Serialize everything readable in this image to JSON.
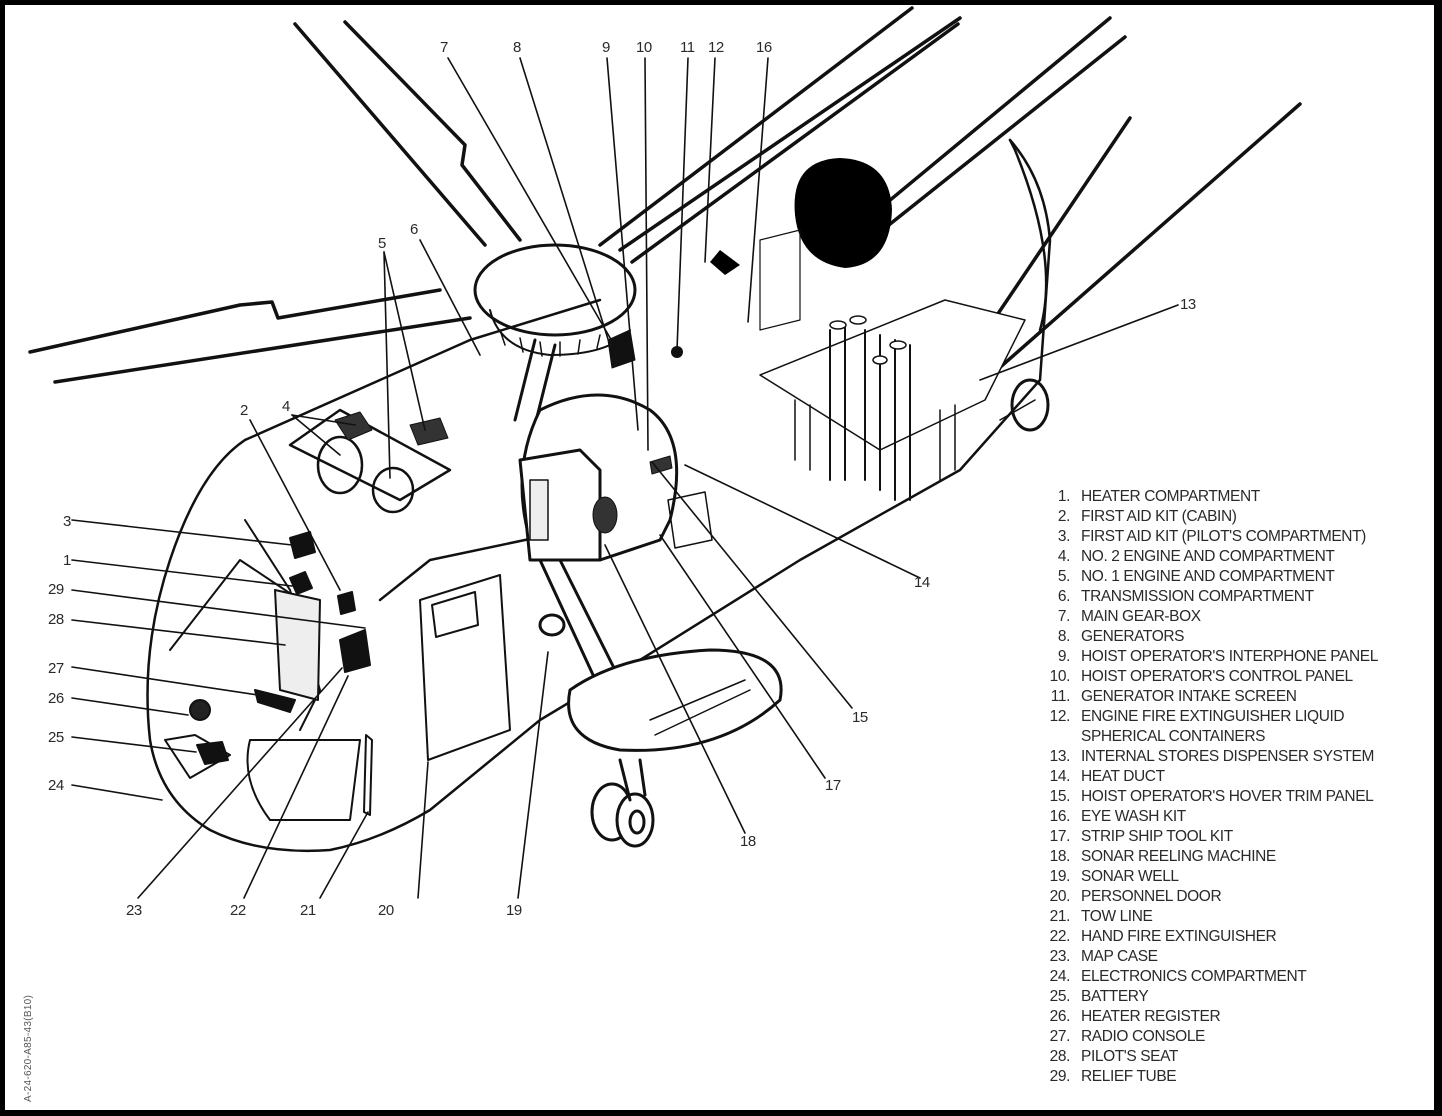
{
  "figure": {
    "subject": "Helicopter cutaway - compartment and equipment locations",
    "figure_id": "A-24-620-A85-43(B10)"
  },
  "callouts": [
    "1",
    "2",
    "3",
    "4",
    "5",
    "6",
    "7",
    "8",
    "9",
    "10",
    "11",
    "12",
    "13",
    "14",
    "15",
    "16",
    "17",
    "18",
    "19",
    "20",
    "21",
    "22",
    "23",
    "24",
    "25",
    "26",
    "27",
    "28",
    "29"
  ],
  "legend": [
    {
      "num": "1.",
      "label": "HEATER COMPARTMENT"
    },
    {
      "num": "2.",
      "label": "FIRST AID KIT (CABIN)"
    },
    {
      "num": "3.",
      "label": "FIRST AID KIT (PILOT'S COMPARTMENT)"
    },
    {
      "num": "4.",
      "label": "NO. 2 ENGINE AND COMPARTMENT"
    },
    {
      "num": "5.",
      "label": "NO. 1 ENGINE AND COMPARTMENT"
    },
    {
      "num": "6.",
      "label": "TRANSMISSION COMPARTMENT"
    },
    {
      "num": "7.",
      "label": "MAIN GEAR-BOX"
    },
    {
      "num": "8.",
      "label": "GENERATORS"
    },
    {
      "num": "9.",
      "label": "HOIST OPERATOR'S INTERPHONE PANEL"
    },
    {
      "num": "10.",
      "label": "HOIST OPERATOR'S CONTROL PANEL"
    },
    {
      "num": "11.",
      "label": "GENERATOR INTAKE SCREEN"
    },
    {
      "num": "12.",
      "label": "ENGINE FIRE EXTINGUISHER LIQUID\nSPHERICAL CONTAINERS"
    },
    {
      "num": "13.",
      "label": "INTERNAL STORES DISPENSER SYSTEM"
    },
    {
      "num": "14.",
      "label": "HEAT DUCT"
    },
    {
      "num": "15.",
      "label": "HOIST OPERATOR'S HOVER TRIM PANEL"
    },
    {
      "num": "16.",
      "label": "EYE WASH KIT"
    },
    {
      "num": "17.",
      "label": "STRIP SHIP TOOL KIT"
    },
    {
      "num": "18.",
      "label": "SONAR REELING MACHINE"
    },
    {
      "num": "19.",
      "label": "SONAR WELL"
    },
    {
      "num": "20.",
      "label": "PERSONNEL DOOR"
    },
    {
      "num": "21.",
      "label": "TOW LINE"
    },
    {
      "num": "22.",
      "label": "HAND FIRE EXTINGUISHER"
    },
    {
      "num": "23.",
      "label": "MAP CASE"
    },
    {
      "num": "24.",
      "label": "ELECTRONICS COMPARTMENT"
    },
    {
      "num": "25.",
      "label": "BATTERY"
    },
    {
      "num": "26.",
      "label": "HEATER REGISTER"
    },
    {
      "num": "27.",
      "label": "RADIO CONSOLE"
    },
    {
      "num": "28.",
      "label": "PILOT'S SEAT"
    },
    {
      "num": "29.",
      "label": "RELIEF TUBE"
    }
  ]
}
